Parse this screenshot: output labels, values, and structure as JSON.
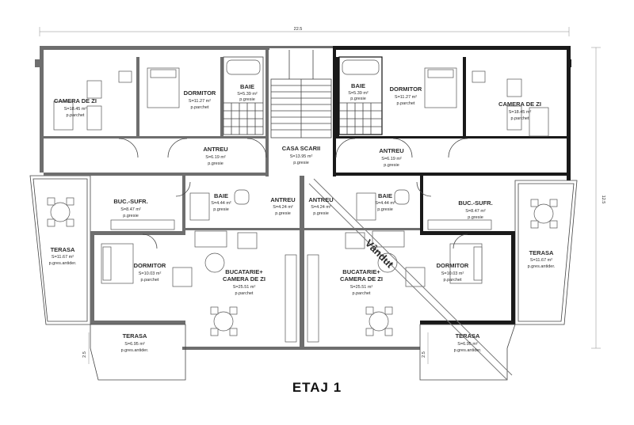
{
  "title": "ETAJ 1",
  "dims": {
    "top": "22.5",
    "right": "12.5",
    "small_left": "2.5",
    "small_right": "2.5"
  },
  "sold_stamp": "Vândut",
  "rooms": {
    "camera_left": {
      "name": "CAMERA DE ZI",
      "area": "S=18.45 m²",
      "floor": "p.parchet"
    },
    "dorm_tl": {
      "name": "DORMITOR",
      "area": "S=11.27 m²",
      "floor": "p.parchet"
    },
    "baie_tl": {
      "name": "BAIE",
      "area": "S=5.39 m²",
      "floor": "p.gresie"
    },
    "baie_tr": {
      "name": "BAIE",
      "area": "S=5.39 m²",
      "floor": "p.gresie"
    },
    "dorm_tr": {
      "name": "DORMITOR",
      "area": "S=11.27 m²",
      "floor": "p.parchet"
    },
    "camera_right": {
      "name": "CAMERA DE ZI",
      "area": "S=18.45 m²",
      "floor": "p.parchet"
    },
    "antreu_left": {
      "name": "ANTREU",
      "area": "S=6.19 m²",
      "floor": "p.gresie"
    },
    "casa_scarii": {
      "name": "CASA SCARII",
      "area": "S=13.95 m²",
      "floor": "p.gresie"
    },
    "antreu_right": {
      "name": "ANTREU",
      "area": "S=6.19 m²",
      "floor": "p.gresie"
    },
    "terasa_left": {
      "name": "TERASA",
      "area": "S=11.67 m²",
      "floor": "p.gres.antider."
    },
    "buc_left": {
      "name": "BUC.-SUFR.",
      "area": "S=8.47 m²",
      "floor": "p.gresie"
    },
    "baie_ml": {
      "name": "BAIE",
      "area": "S=4.44 m²",
      "floor": "p.gresie"
    },
    "antreu_ml": {
      "name": "ANTREU",
      "area": "S=4.24 m²",
      "floor": "p.gresie"
    },
    "antreu_mr": {
      "name": "ANTREU",
      "area": "S=4.24 m²",
      "floor": "p.gresie"
    },
    "baie_mr": {
      "name": "BAIE",
      "area": "S=4.44 m²",
      "floor": "p.gresie"
    },
    "buc_right": {
      "name": "BUC.-SUFR.",
      "area": "S=8.47 m²",
      "floor": "p.gresie"
    },
    "terasa_right": {
      "name": "TERASA",
      "area": "S=11.67 m²",
      "floor": "p.gres.antider."
    },
    "dorm_bl": {
      "name": "DORMITOR",
      "area": "S=10.03 m²",
      "floor": "p.parchet"
    },
    "bucatarie_l": {
      "name": "BUCATARIE+",
      "name2": "CAMERA DE ZI",
      "area": "S=25.51 m²",
      "floor": "p.parchet"
    },
    "bucatarie_r": {
      "name": "BUCATARIE+",
      "name2": "CAMERA DE ZI",
      "area": "S=25.51 m²",
      "floor": "p.parchet"
    },
    "dorm_br": {
      "name": "DORMITOR",
      "area": "S=10.03 m²",
      "floor": "p.parchet"
    },
    "terasa_bl": {
      "name": "TERASA",
      "area": "S=6.95 m²",
      "floor": "p.gres.antider."
    },
    "terasa_br": {
      "name": "TERASA",
      "area": "S=6.95 m²",
      "floor": "p.gres.antider."
    }
  }
}
